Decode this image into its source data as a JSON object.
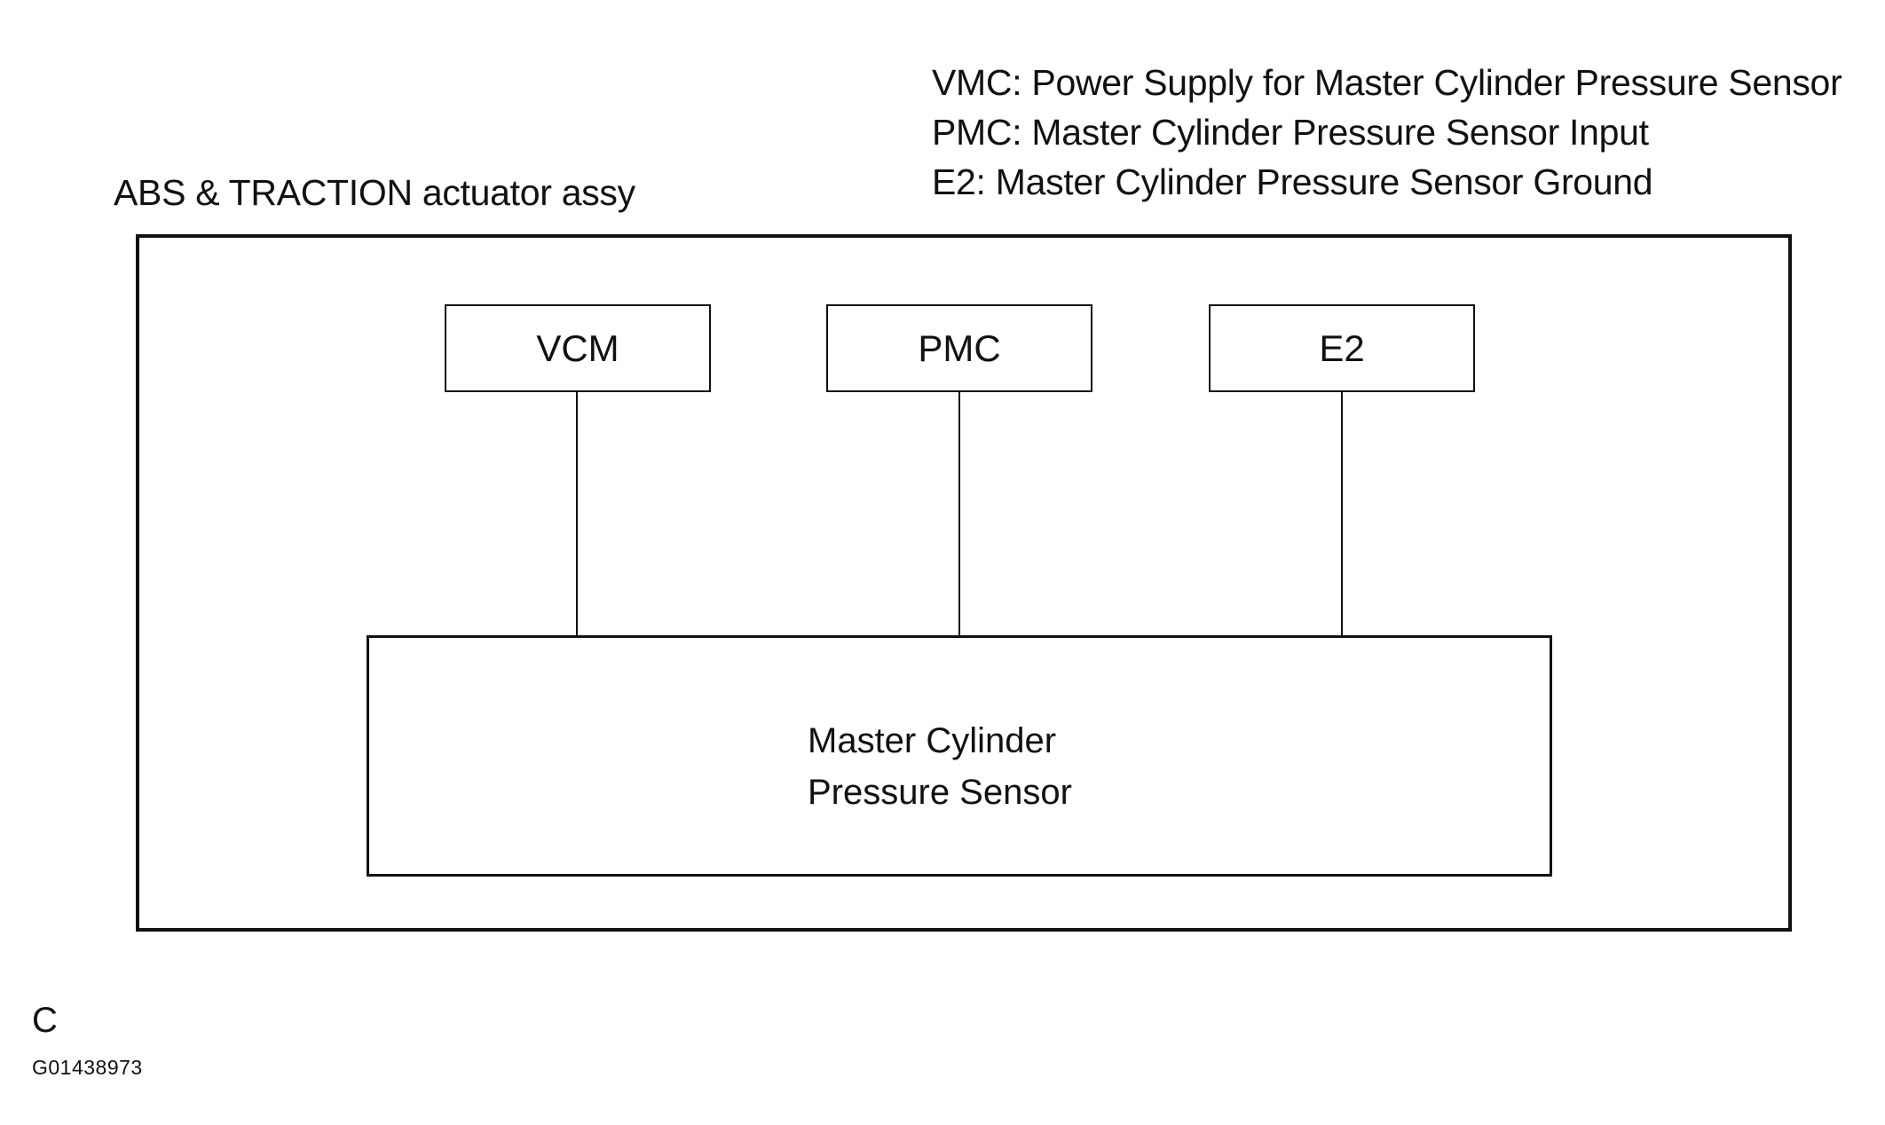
{
  "legend": [
    "VMC: Power Supply for Master Cylinder Pressure Sensor",
    "PMC: Master Cylinder Pressure Sensor Input",
    "E2: Master Cylinder Pressure Sensor Ground"
  ],
  "assembly": {
    "title": "ABS & TRACTION actuator assy"
  },
  "terminals": [
    "VCM",
    "PMC",
    "E2"
  ],
  "sensor": {
    "line1": "Master Cylinder",
    "line2": "Pressure Sensor"
  },
  "figure": {
    "letter": "C",
    "id": "G01438973"
  }
}
